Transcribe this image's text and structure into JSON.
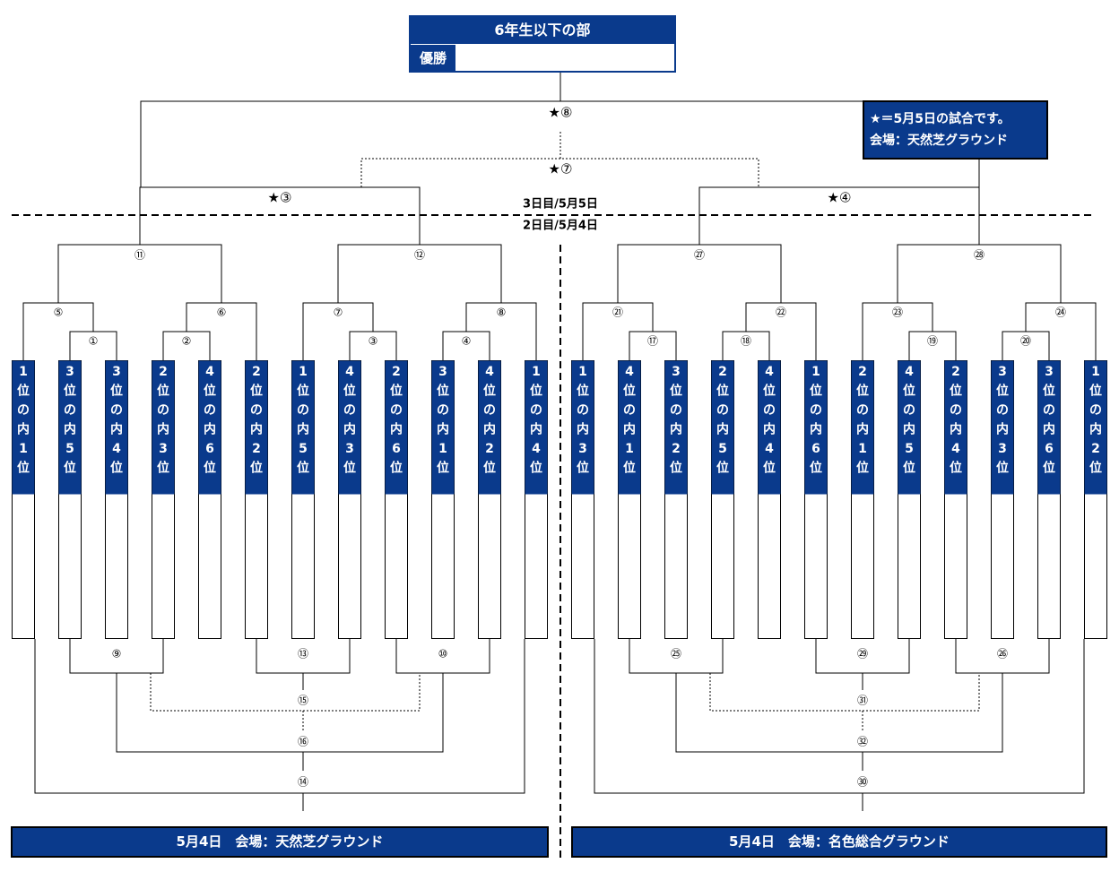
{
  "title": "6年生以下の部",
  "winner_label": "優勝",
  "winner_value": "",
  "legend": {
    "line1": "★＝5月5日の試合です。",
    "line2": "会場：天然芝グラウンド"
  },
  "day3_label": "3日目/5月5日",
  "day2_label": "2日目/5月4日",
  "teams_left": [
    "1位の内1位",
    "3位の内5位",
    "3位の内4位",
    "2位の内3位",
    "4位の内6位",
    "2位の内2位",
    "1位の内5位",
    "4位の内3位",
    "2位の内6位",
    "3位の内1位",
    "4位の内2位",
    "1位の内4位"
  ],
  "teams_right": [
    "1位の内3位",
    "4位の内1位",
    "3位の内2位",
    "2位の内5位",
    "4位の内4位",
    "1位の内6位",
    "2位の内1位",
    "4位の内5位",
    "2位の内4位",
    "3位の内3位",
    "3位の内6位",
    "1位の内2位"
  ],
  "matches": {
    "m1": "①",
    "m2": "②",
    "m3": "③",
    "m4": "④",
    "m5": "⑤",
    "m6": "⑥",
    "m7": "⑦",
    "m8": "⑧",
    "m9": "⑨",
    "m10": "⑩",
    "m11": "⑪",
    "m12": "⑫",
    "m13": "⑬",
    "m14": "⑭",
    "m15": "⑮",
    "m16": "⑯",
    "m17": "⑰",
    "m18": "⑱",
    "m19": "⑲",
    "m20": "⑳",
    "m21": "㉑",
    "m22": "㉒",
    "m23": "㉓",
    "m24": "㉔",
    "m25": "㉕",
    "m26": "㉖",
    "m27": "㉗",
    "m28": "㉘",
    "m29": "㉙",
    "m30": "㉚",
    "m31": "㉛",
    "m32": "㉜",
    "final_semi_left": "★③",
    "final_semi_right": "★④",
    "final_third": "★⑦",
    "final": "★⑧"
  },
  "footer_left": "5月4日　会場：天然芝グラウンド",
  "footer_right": "5月4日　会場：名色総合グラウンド",
  "colors": {
    "navy": "#0a3a8c",
    "line": "#000000"
  }
}
